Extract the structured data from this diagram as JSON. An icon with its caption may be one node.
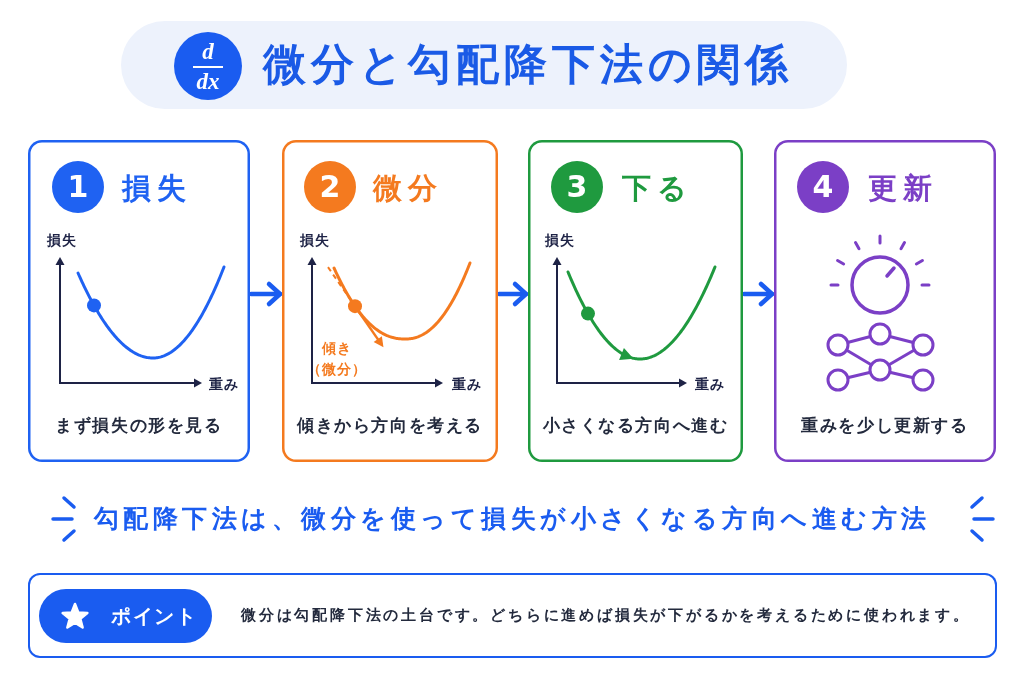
{
  "diagram": {
    "title": "微分と勾配降下法の関係",
    "nodes": [
      {
        "text": [
          "d",
          "dx"
        ]
      },
      {
        "text": [
          "損失",
          "まず損失の形を見る"
        ]
      },
      {
        "text": [
          "1"
        ],
        "in": 1
      },
      {
        "text": [
          "微分",
          "傾きから方向を考える"
        ]
      },
      {
        "text": [
          "2"
        ],
        "in": 3
      },
      {
        "text": [
          "下る",
          "小さくなる方向へ進む"
        ]
      },
      {
        "text": [
          "3"
        ],
        "in": 5
      },
      {
        "text": [
          "更新",
          "重みを少し更新する"
        ]
      },
      {
        "text": [
          "4"
        ],
        "in": 7
      },
      {
        "text": [
          "微分は勾配降下法の土台です。どちらに進めば損失が下がるかを考えるために使われます。"
        ]
      },
      {
        "text": [
          "ポイント"
        ],
        "in": 9
      }
    ],
    "edges": [
      {
        "from": 1,
        "to": 3,
        "arrow": "to"
      },
      {
        "from": 3,
        "to": 5,
        "arrow": "to"
      },
      {
        "from": 5,
        "to": 7,
        "arrow": "to"
      }
    ],
    "labels": [
      "損失",
      "重み",
      "損失",
      "傾き（微分）",
      "重み",
      "損失",
      "重み",
      "勾配降下法は、微分を使って損失が小さくなる方向へ進む方法"
    ]
  }
}
